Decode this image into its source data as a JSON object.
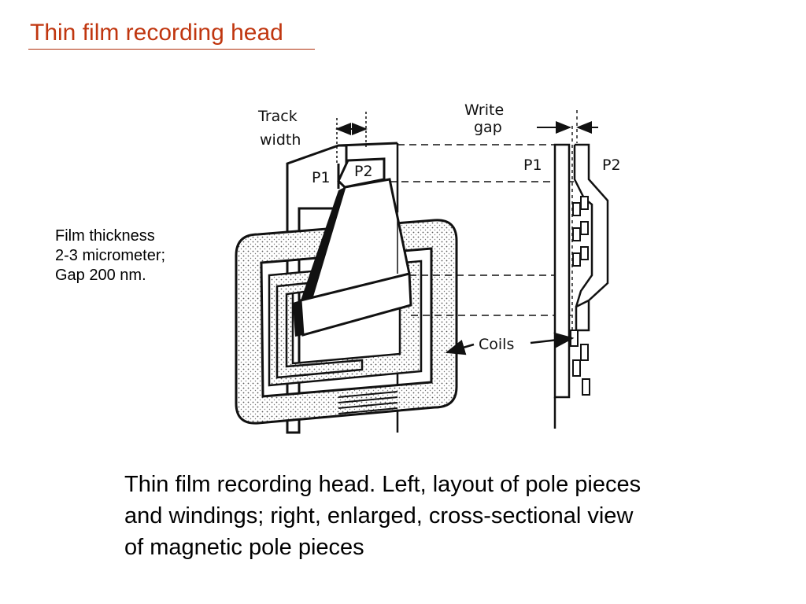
{
  "slide": {
    "title": "Thin film recording head",
    "side_note": [
      "Film thickness",
      "2-3 micrometer;",
      "Gap 200 nm."
    ],
    "caption": [
      "Thin film recording head. Left, layout of pole pieces",
      "and windings; right, enlarged, cross-sectional view",
      "of magnetic pole pieces"
    ]
  },
  "diagram": {
    "track_width_label": [
      "Track",
      "width"
    ],
    "write_gap_label": [
      "Write",
      "gap"
    ],
    "p1_left": "P1",
    "p2_left": "P2",
    "p1_right": "P1",
    "p2_right": "P2",
    "coils_label": "Coils"
  },
  "colors": {
    "title": "#c0360f",
    "text": "#000000",
    "ink": "#111111"
  }
}
